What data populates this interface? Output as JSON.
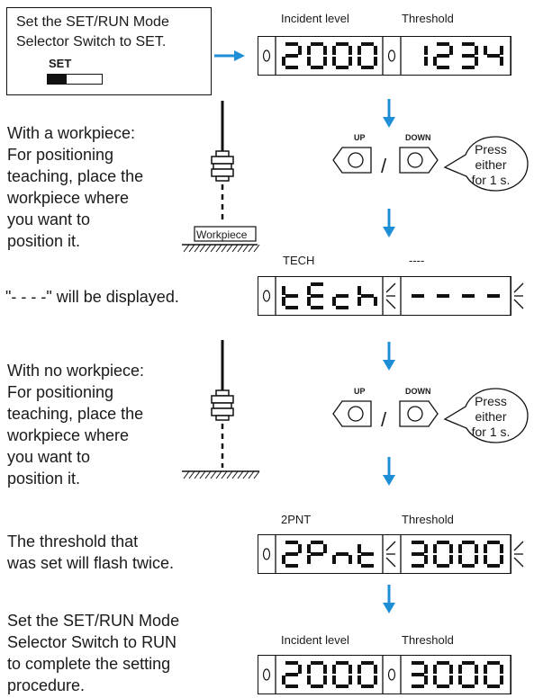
{
  "step1": {
    "instruction_line1": "Set the SET/RUN Mode",
    "instruction_line2": "Selector Switch to SET.",
    "switch_label": "SET"
  },
  "display1": {
    "left_label": "Incident level",
    "right_label": "Threshold",
    "left_digits": "2000",
    "right_digits": "1234"
  },
  "with_workpiece": {
    "lines": [
      "With a workpiece:",
      "For positioning",
      "teaching, place the",
      "workpiece where",
      "you want to",
      "position it."
    ],
    "workpiece_label": "Workpiece"
  },
  "buttons1": {
    "up": "UP",
    "down": "DOWN",
    "slash": "/",
    "bubble": [
      "Press",
      "either",
      "for 1 s."
    ]
  },
  "display2": {
    "left_label": "TECH",
    "right_label": "----",
    "left_digits": "tEch",
    "right_digits": "----"
  },
  "dash_note": "\"- - - -\" will be displayed.",
  "no_workpiece": {
    "lines": [
      "With no workpiece:",
      "For positioning",
      "teaching, place the",
      "workpiece where",
      "you want to",
      "position it."
    ]
  },
  "buttons2": {
    "up": "UP",
    "down": "DOWN",
    "slash": "/",
    "bubble": [
      "Press",
      "either",
      "for 1 s."
    ]
  },
  "display3": {
    "left_label": "2PNT",
    "right_label": "Threshold",
    "left_digits": "2Pnt",
    "right_digits": "3000"
  },
  "flash_note": [
    "The threshold that",
    "was set will flash twice."
  ],
  "final_step": {
    "lines": [
      "Set the SET/RUN Mode",
      "Selector Switch to RUN",
      "to complete the setting",
      "procedure."
    ]
  },
  "display4": {
    "left_label": "Incident level",
    "right_label": "Threshold",
    "left_digits": "2000",
    "right_digits": "3000"
  },
  "colors": {
    "accent_blue": "#1e8fd6",
    "segment_fill": "#111111"
  }
}
